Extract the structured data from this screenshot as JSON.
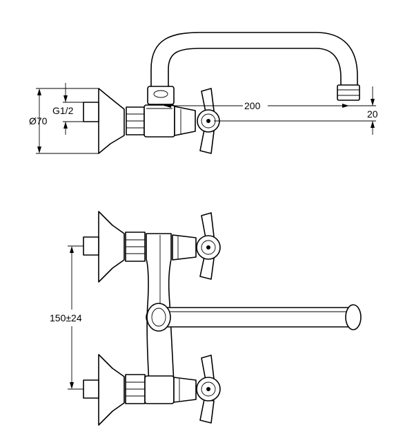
{
  "dimensions": {
    "thread": "G1/2",
    "rosette_diameter": "Ø70",
    "spout_reach": "200",
    "spout_drop": "20",
    "center_distance": "150±24"
  },
  "colors": {
    "line": "#000000",
    "background": "#ffffff"
  }
}
